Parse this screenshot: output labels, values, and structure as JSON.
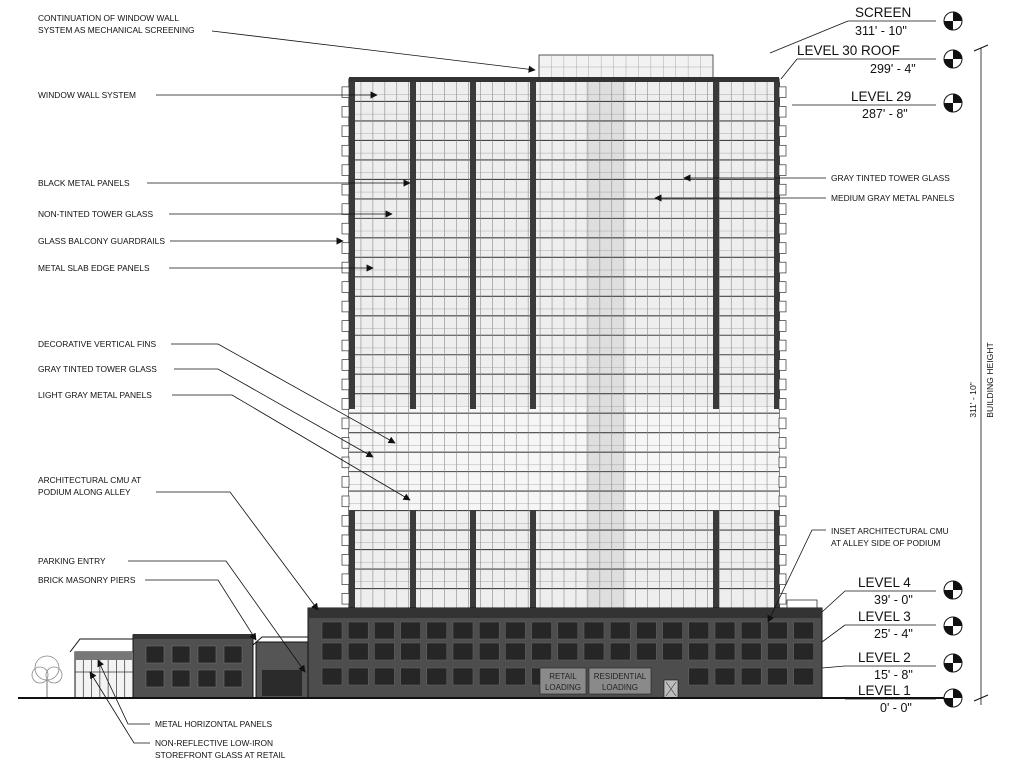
{
  "annotations": [
    {
      "id": "continuation-window-wall",
      "lines": [
        "CONTINUATION OF WINDOW WALL",
        "SYSTEM AS MECHANICAL SCREENING"
      ]
    },
    {
      "id": "window-wall-system",
      "lines": [
        "WINDOW WALL SYSTEM"
      ]
    },
    {
      "id": "black-metal-panels",
      "lines": [
        "BLACK METAL PANELS"
      ]
    },
    {
      "id": "non-tinted-tower-glass",
      "lines": [
        "NON-TINTED TOWER GLASS"
      ]
    },
    {
      "id": "glass-balcony-guardrails",
      "lines": [
        "GLASS BALCONY GUARDRAILS"
      ]
    },
    {
      "id": "metal-slab-edge-panels",
      "lines": [
        "METAL SLAB EDGE PANELS"
      ]
    },
    {
      "id": "decorative-vertical-fins",
      "lines": [
        "DECORATIVE VERTICAL FINS"
      ]
    },
    {
      "id": "gray-tinted-tower-glass-left",
      "lines": [
        "GRAY TINTED TOWER GLASS"
      ]
    },
    {
      "id": "light-gray-metal-panels",
      "lines": [
        "LIGHT GRAY METAL PANELS"
      ]
    },
    {
      "id": "architectural-cmu",
      "lines": [
        "ARCHITECTURAL CMU AT",
        "PODIUM ALONG ALLEY"
      ]
    },
    {
      "id": "parking-entry",
      "lines": [
        "PARKING ENTRY"
      ]
    },
    {
      "id": "brick-masonry-piers",
      "lines": [
        "BRICK MASONRY PIERS"
      ]
    },
    {
      "id": "metal-horizontal-panels",
      "lines": [
        "METAL HORIZONTAL PANELS"
      ]
    },
    {
      "id": "storefront-glass",
      "lines": [
        "NON-REFLECTIVE LOW-IRON",
        "STOREFRONT GLASS AT RETAIL"
      ]
    },
    {
      "id": "gray-tinted-tower-glass-right",
      "lines": [
        "GRAY TINTED TOWER GLASS"
      ]
    },
    {
      "id": "medium-gray-metal-panels",
      "lines": [
        "MEDIUM GRAY METAL PANELS"
      ]
    },
    {
      "id": "inset-architectural-cmu",
      "lines": [
        "INSET ARCHITECTURAL CMU",
        "AT ALLEY SIDE OF PODIUM"
      ]
    }
  ],
  "levels": [
    {
      "id": "screen",
      "name": "SCREEN",
      "elevation": "311' - 10\""
    },
    {
      "id": "level-30-roof",
      "name": "LEVEL 30 ROOF",
      "elevation": "299' - 4\""
    },
    {
      "id": "level-29",
      "name": "LEVEL 29",
      "elevation": "287' - 8\""
    },
    {
      "id": "level-4",
      "name": "LEVEL 4",
      "elevation": "39' - 0\""
    },
    {
      "id": "level-3",
      "name": "LEVEL 3",
      "elevation": "25' - 4\""
    },
    {
      "id": "level-2",
      "name": "LEVEL 2",
      "elevation": "15' - 8\""
    },
    {
      "id": "level-1",
      "name": "LEVEL 1",
      "elevation": "0' - 0\""
    }
  ],
  "building_height": {
    "value": "311' - 10\"",
    "label": "BUILDING HEIGHT"
  },
  "signs": [
    {
      "id": "retail-loading",
      "lines": [
        "RETAIL",
        "LOADING"
      ]
    },
    {
      "id": "residential-loading",
      "lines": [
        "RESIDENTIAL",
        "LOADING"
      ]
    }
  ],
  "colors": {
    "ink": "#111111",
    "background": "#ffffff",
    "podium": "#4a4a4a",
    "podium_window": "#262626",
    "tower_glass": "#ececec",
    "tower_light_panel": "#f3f3f3",
    "dark_fin": "#3c3c3c",
    "mid_column": "#dcdcdc"
  }
}
